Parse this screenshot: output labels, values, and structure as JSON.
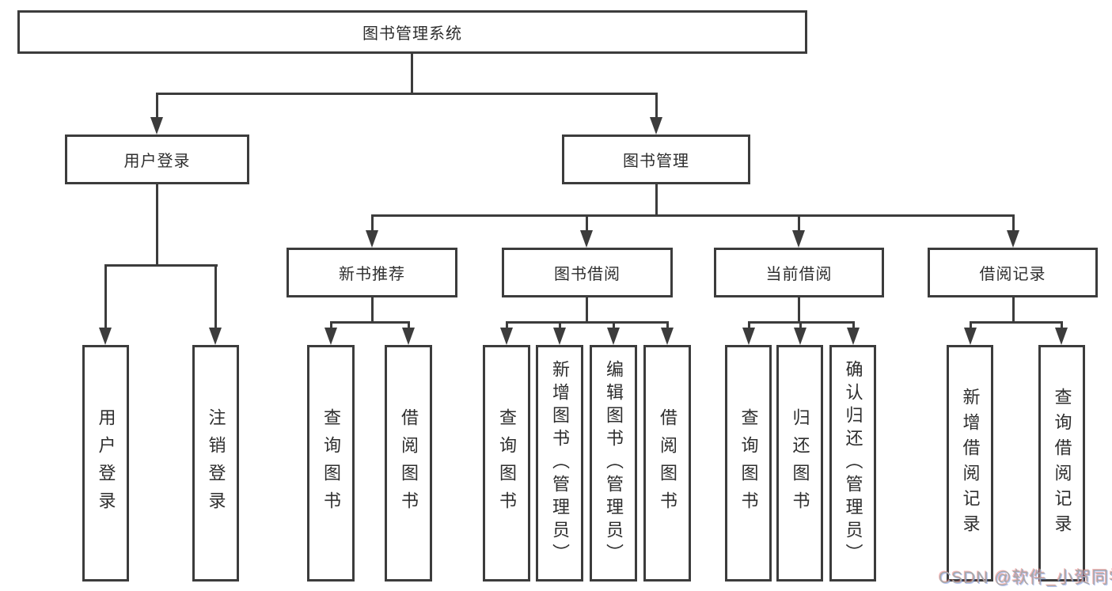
{
  "nodes": {
    "root": {
      "label": "图书管理系统"
    },
    "user_login": {
      "label": "用户登录"
    },
    "book_management": {
      "label": "图书管理"
    },
    "login_action": {
      "label": "用户登录"
    },
    "logout_action": {
      "label": "注销登录"
    },
    "new_book_recommendation": {
      "label": "新书推荐"
    },
    "book_borrowing": {
      "label": "图书借阅"
    },
    "current_borrowing": {
      "label": "当前借阅"
    },
    "borrowing_records": {
      "label": "借阅记录"
    },
    "nbr_query_books": {
      "label": "查询图书"
    },
    "nbr_borrow_books": {
      "label": "借阅图书"
    },
    "bb_query_books": {
      "label": "查询图书"
    },
    "bb_add_books": {
      "label": "新增图书（管理员）"
    },
    "bb_edit_books": {
      "label": "编辑图书（管理员）"
    },
    "bb_borrow_books": {
      "label": "借阅图书"
    },
    "cb_query_books": {
      "label": "查询图书"
    },
    "cb_return_books": {
      "label": "归还图书"
    },
    "cb_confirm_return": {
      "label": "确认归还（管理员）"
    },
    "br_new_record": {
      "label": "新增借阅记录"
    },
    "br_query_record": {
      "label": "查询借阅记录"
    }
  },
  "watermark": {
    "text": "CSDN @软件_小贺同学"
  },
  "colors": {
    "line": "#3c3c3c",
    "text": "#2e2e2e",
    "watermark": "#a8a8a8",
    "background": "#ffffff"
  }
}
